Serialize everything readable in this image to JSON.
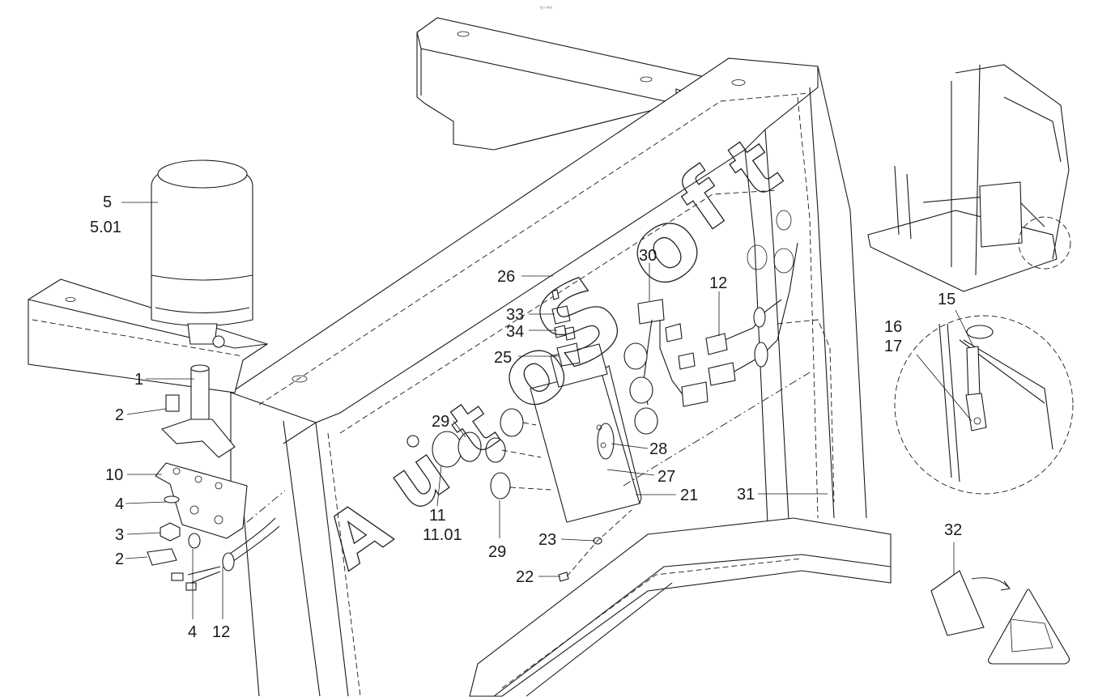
{
  "header_mark": "┐₀ ₀₀₀",
  "watermark": [
    "A",
    "u",
    "t",
    "o",
    "S",
    "o",
    "f",
    "t"
  ],
  "callouts": {
    "c5": "5",
    "c5_01": "5.01",
    "c1": "1",
    "c2a": "2",
    "c10": "10",
    "c4a": "4",
    "c3": "3",
    "c2b": "2",
    "c4b": "4",
    "c12a": "12",
    "c11": "11",
    "c11_01": "11.01",
    "c29a": "29",
    "c29b": "29",
    "c26": "26",
    "c30": "30",
    "c33": "33",
    "c34": "34",
    "c25": "25",
    "c28": "28",
    "c27": "27",
    "c21": "21",
    "c23": "23",
    "c22": "22",
    "c12b": "12",
    "c31": "31",
    "c15": "15",
    "c16": "16",
    "c17": "17",
    "c32": "32"
  }
}
